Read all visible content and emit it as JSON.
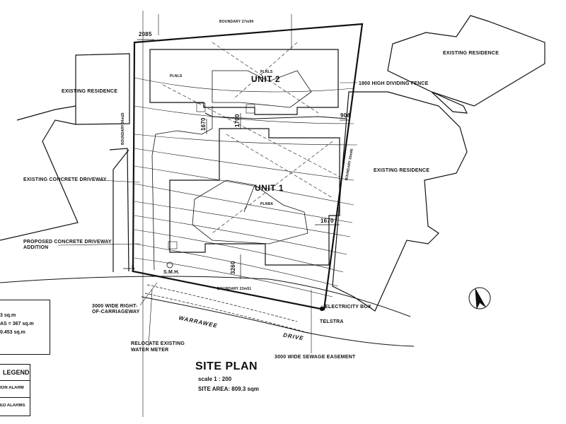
{
  "labels": {
    "boundary_top": "BOUNDARY 27m99",
    "boundary_left": "BOUNDARY 34m25",
    "boundary_right": "BOUNDARY 33m95",
    "boundary_bottom": "BOUNDARY 23m51",
    "existing_residence_left": "EXISTING RESIDENCE",
    "existing_residence_top_right": "EXISTING RESIDENCE",
    "existing_residence_right": "EXISTING RESIDENCE",
    "unit1": "UNIT 1",
    "unit2": "UNIT 2",
    "planter_a": "PLNLS",
    "planter_b": "PLNLS",
    "planter_c": "PLNBA",
    "fence": "1800 HIGH DIVIDING FENCE",
    "existing_driveway": "EXISTING CONCRETE DRIVEWAY",
    "proposed_driveway_1": "PROPOSED CONCRETE DRIVEWAY",
    "proposed_driveway_2": "ADDITION",
    "right_of_carriageway_1": "3000 WIDE RIGHT-",
    "right_of_carriageway_2": "OF-CARRIAGEWAY",
    "water_meter_1": "RELOCATE EXISTING",
    "water_meter_2": "WATER METER",
    "smh": "S.M.H.",
    "electricity": "ELECTRICITY BOX",
    "telstra": "TELSTRA",
    "sewage": "3000 WIDE SEWAGE EASEMENT",
    "street_1": "WARRAWEE",
    "street_2": "DRIVE"
  },
  "dimensions": {
    "d2085": "2085",
    "d904": "904",
    "d1670_left": "1670",
    "d1700": "1700",
    "d1670_right": "1670",
    "d3260": "3260"
  },
  "title": {
    "main": "SITE PLAN",
    "scale": "scale  1 : 200",
    "area": "SITE AREA:  809.3 sqm"
  },
  "area_summary": [
    "3 sq.m",
    "AS = 367 sq.m",
    "0.453 sq.m"
  ],
  "legend": {
    "title": "LEGEND",
    "items": [
      "ION ALARM",
      "ED ALARMS"
    ]
  },
  "colors": {
    "ink": "#111111",
    "paper": "#ffffff"
  }
}
